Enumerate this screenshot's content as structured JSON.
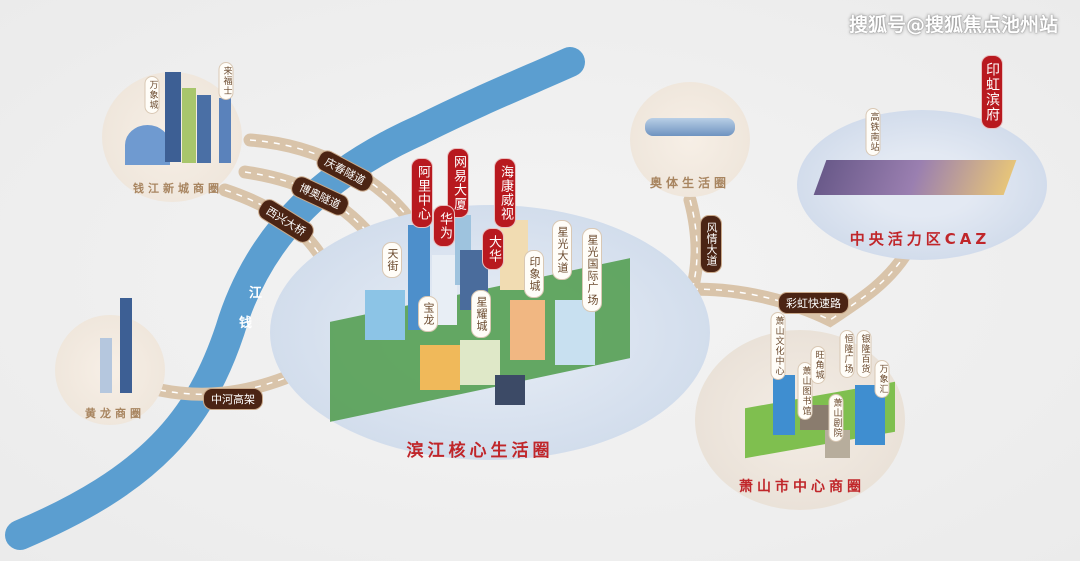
{
  "watermark": "搜狐号@搜狐焦点池州站",
  "river": {
    "chars": [
      "江",
      "钱"
    ]
  },
  "zones": {
    "qianjiang": {
      "label": "钱江新城商圈",
      "pins": [
        "万象城",
        "来福士"
      ]
    },
    "huanglong": {
      "label": "黄龙商圈"
    },
    "binjiang": {
      "label": "滨江核心生活圈",
      "red_pins": [
        "阿里中心",
        "网易大厦",
        "华为",
        "海康威视",
        "大华"
      ],
      "white_pins": [
        "天街",
        "宝龙",
        "星耀城",
        "印象城",
        "星光大道",
        "星光国际广场"
      ]
    },
    "aoti": {
      "label": "奥体生活圈"
    },
    "caz": {
      "label": "中央活力区CAZ",
      "pin": "高铁南站",
      "project": "印虹滨府"
    },
    "xiaoshan": {
      "label": "萧山市中心商圈",
      "pins": [
        "萧山文化中心",
        "萧山图书馆",
        "旺角城",
        "恒隆广场",
        "银隆百货",
        "万象汇",
        "萧山剧院"
      ]
    }
  },
  "roads": [
    "庆春隧道",
    "博奥隧道",
    "西兴大桥",
    "中河高架",
    "风情大道",
    "彩虹快速路"
  ],
  "colors": {
    "river": "#5b9ed0",
    "road": "#d9c4aa",
    "accent_red": "#b8191f",
    "road_tag": "#4b2414"
  }
}
